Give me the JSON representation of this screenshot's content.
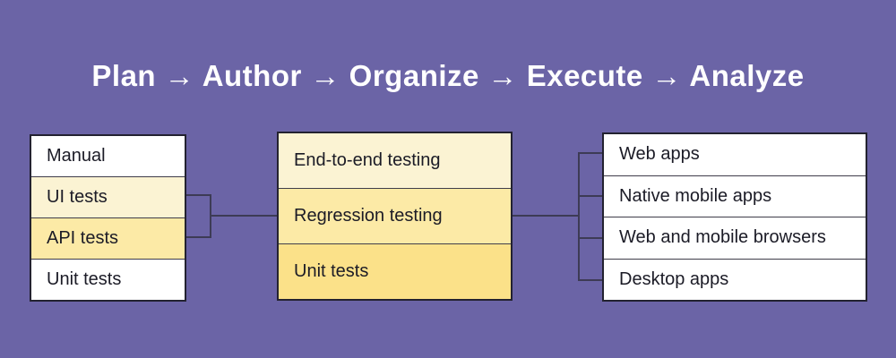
{
  "title": "Plan → Author → Organize → Execute → Analyze",
  "colors": {
    "background": "#6b64a6",
    "title_text": "#ffffff",
    "box_border": "#232230",
    "row_divider": "#3f3d4a",
    "connector_line": "#3d3b55",
    "row_text": "#1b1b26",
    "tone_white": "#ffffff",
    "tone_cream": "#fbf3d3",
    "tone_light_yellow": "#fceaa6",
    "tone_yellow": "#fbe189"
  },
  "columns": {
    "test_types": {
      "rows": [
        {
          "label": "Manual",
          "tone": "white"
        },
        {
          "label": "UI tests",
          "tone": "cream"
        },
        {
          "label": "API tests",
          "tone": "light_yellow"
        },
        {
          "label": "Unit tests",
          "tone": "white"
        }
      ]
    },
    "testing_levels": {
      "rows": [
        {
          "label": "End-to-end testing",
          "tone": "cream"
        },
        {
          "label": "Regression testing",
          "tone": "light_yellow"
        },
        {
          "label": "Unit tests",
          "tone": "yellow"
        }
      ]
    },
    "platforms": {
      "rows": [
        {
          "label": "Web apps",
          "tone": "white"
        },
        {
          "label": "Native mobile apps",
          "tone": "white"
        },
        {
          "label": "Web and mobile browsers",
          "tone": "white"
        },
        {
          "label": "Desktop apps",
          "tone": "white"
        }
      ]
    }
  }
}
